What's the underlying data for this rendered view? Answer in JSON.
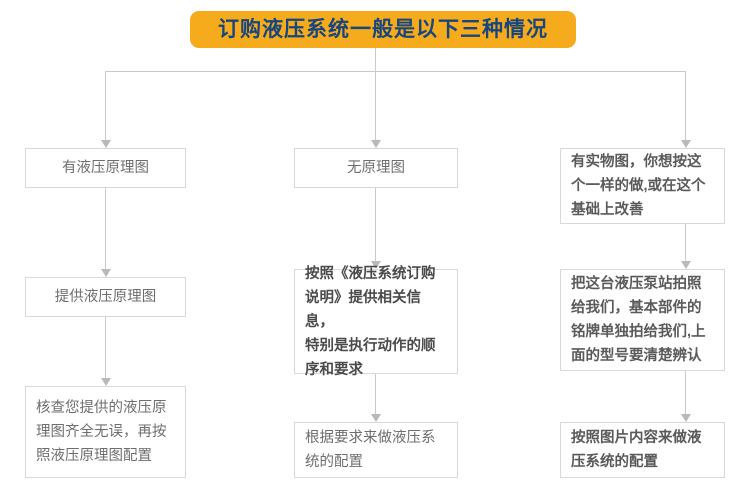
{
  "title": {
    "text": "订购液压系统一般是以下三种情况",
    "bg_color": "#f6ab1c",
    "text_color": "#17457e"
  },
  "theme": {
    "box_border": "#d8d8d8",
    "connector": "#c9c9c9",
    "arrow": "#b9b9b9",
    "text_gray": "#6e6e6e",
    "text_dark": "#4a4a4a",
    "page_bg": "#ffffff"
  },
  "branches": [
    {
      "id": "branch-1",
      "steps": [
        {
          "id": "col1-step1",
          "text": "有液压原理图"
        },
        {
          "id": "col1-step2",
          "text": "提供液压原理图"
        },
        {
          "id": "col1-step3",
          "text": "核查您提供的液压原\n理图齐全无误，再按\n照液压原理图配置"
        }
      ]
    },
    {
      "id": "branch-2",
      "steps": [
        {
          "id": "col2-step1",
          "text": "无原理图"
        },
        {
          "id": "col2-step2",
          "text": "按照《液压系统订购\n说明》提供相关信息，\n特别是执行动作的顺\n序和要求"
        },
        {
          "id": "col2-step3",
          "text": "根据要求来做液压系\n统的配置"
        }
      ]
    },
    {
      "id": "branch-3",
      "steps": [
        {
          "id": "col3-step1",
          "text": "有实物图，你想按这\n个一样的做,或在这个\n基础上改善"
        },
        {
          "id": "col3-step2",
          "text": "把这台液压泵站拍照\n给我们，基本部件的\n铭牌单独拍给我们,上\n面的型号要清楚辨认"
        },
        {
          "id": "col3-step3",
          "text": "按照图片内容来做液\n压系统的配置"
        }
      ]
    }
  ]
}
